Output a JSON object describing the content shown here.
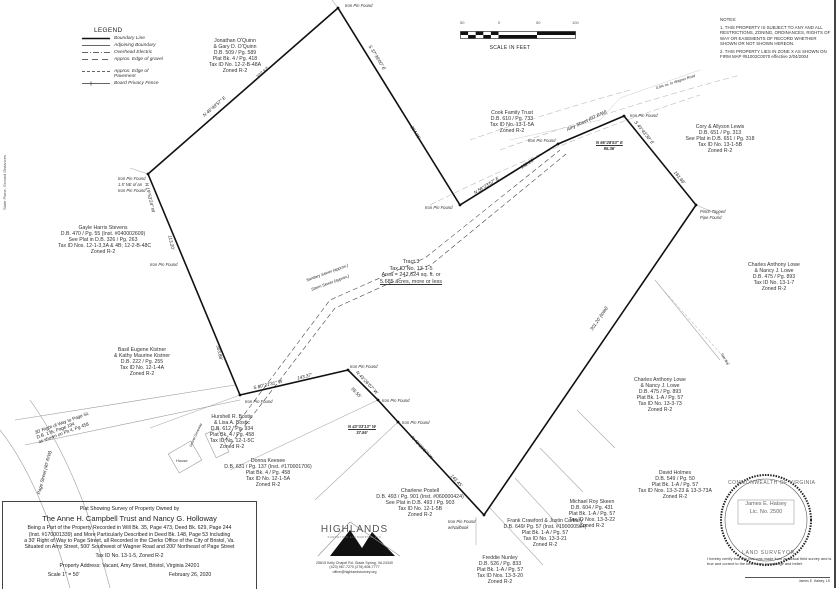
{
  "legend": {
    "title": "LEGEND",
    "items": [
      {
        "label": "Boundary Line",
        "style": "thick-solid"
      },
      {
        "label": "Adjoining Boundary",
        "style": "thin-solid"
      },
      {
        "label": "Overhead Electric",
        "style": "dash-dot"
      },
      {
        "label": "Approx. Edge of gravel",
        "style": "long-dash"
      },
      {
        "label": "Approx. Edge of Pavement",
        "style": "short-dash"
      },
      {
        "label": "Board Privacy Fence",
        "style": "fence"
      }
    ]
  },
  "scale_bar": {
    "ticks": [
      "50",
      "0",
      "50",
      "100"
    ],
    "caption": "SCALE IN FEET"
  },
  "notes": {
    "title": "NOTES:",
    "items": [
      "1. THIS PROPERTY IS SUBJECT TO ANY AND ALL RESTRICTIONS, ZONING, ORDINANCES, RIGHTS OF WAY OR EASEMENTS OF RECORD WHETHER SHOWN OR NOT SHOWN HEREON.",
      "2. THIS PROPERTY LIES IN ZONE X AS SHOWN ON FIRM MAP #51002C0070 effective 2/04/2004"
    ]
  },
  "side_note": "State Plane, Ground Distances",
  "tract": {
    "name": "Tract 3",
    "tax_id": "Tax ID No. 13-1-5",
    "area": "Area = 247,624 sq. ft. or",
    "acres": "5.685 acres, more or less"
  },
  "adjoiners": [
    {
      "lines": [
        "Jonathan O'Quinn",
        "& Gary D. O'Quinn",
        "D.B. 509 / Pg. 589",
        "Plat Bk. 4 / Pg. 418",
        "Tax ID No. 12-2-B-48A",
        "Zoned R-2"
      ]
    },
    {
      "lines": [
        "Cook Family Trust",
        "D.B. 610 / Pg. 733",
        "Tax ID No. 13-1-5A",
        "Zoned R-2"
      ]
    },
    {
      "lines": [
        "Cory & Allyson Lewis",
        "D.B. 651 / Pg. 313",
        "See Plat in D.B. 651 / Pg. 318",
        "Tax ID No. 13-1-5B",
        "Zoned R-2"
      ]
    },
    {
      "lines": [
        "Gayle Harris Stevens",
        "D.B. 470 / Pg. 55 (Inst. #040002609)",
        "See Plat in D.B. 326 / Pg. 263",
        "Tax ID Nos. 12-1-3,3A & 4B; 12-2-B-48C",
        "Zoned R-2"
      ]
    },
    {
      "lines": [
        "Charles Anthony Lowe",
        "& Nancy J. Lowe",
        "D.B. 475 / Pg. 893",
        "Tax ID No. 13-1-7",
        "Zoned R-2"
      ]
    },
    {
      "lines": [
        "Basil Eugene Kistner",
        "& Kathy Maurine Kistner",
        "D.B. 222 / Pg. 255",
        "Tax ID No. 12-1-4A",
        "Zoned R-2"
      ]
    },
    {
      "lines": [
        "Charles Anthony Lowe",
        "& Nancy J. Lowe",
        "D.B. 475 / Pg. 893",
        "Plat Bk. 1-A / Pg. 57",
        "Tax ID No. 13-3-73",
        "Zoned R-2"
      ]
    },
    {
      "lines": [
        "Hurshell R. Bostic",
        "& Lisa A. Bostic",
        "D.B. 612 / Pg. 934",
        "Plat Bk. 4 / Pg. 458",
        "Tax ID No. 12-1-5C",
        "Zoned R-2"
      ]
    },
    {
      "lines": [
        "Donna Keesee",
        "D.B. 631 / Pg. 137 (Inst. #170001706)",
        "Plat Bk. 4 / Pg. 458",
        "Tax ID No. 12-1-5A",
        "Zoned R-2"
      ]
    },
    {
      "lines": [
        "David Holmes",
        "D.B. 549 / Pg. 50",
        "Plat Bk. 1-A / Pg. 57",
        "Tax ID Nos. 13-3-23 & 13-3-73A",
        "Zoned R-2"
      ]
    },
    {
      "lines": [
        "Charlene Postell",
        "D.B. 493 / Pg. 901 (Inst. #060000424)",
        "See Plat in D.B. 493 / Pg. 903",
        "Tax ID No. 12-1-5B",
        "Zoned R-2"
      ]
    },
    {
      "lines": [
        "Michael Roy Skeen",
        "D.B. 604 / Pg. 431",
        "Plat Bk. 1-A / Pg. 57",
        "Tax ID Nos. 13-3-22",
        "Zoned R-2"
      ]
    },
    {
      "lines": [
        "Frank Crawford & Justin Carbary",
        "D.B. 649/ Pg. 57 (Inst. #190000564)",
        "Plat Bk. 1-A / Pg. 57",
        "Tax ID No. 13-3-21",
        "Zoned R-2"
      ]
    },
    {
      "lines": [
        "Freddie Nunley",
        "D.B. 526 / Pg. 833",
        "Plat Bk. 1-A / Pg. 57",
        "Tax ID Nos. 13-3-20",
        "Zoned R-2"
      ]
    }
  ],
  "monuments": {
    "iron_pin_found": "Iron Pin Found",
    "iron_pin_offset": [
      "Iron Pin Found",
      "1.5' NE of an",
      "Iron Pin Found"
    ],
    "pinch_top": [
      "Pinch Topped",
      "Pipe Found"
    ],
    "iron_pin_nail": [
      "Iron Pin Found",
      "w/Nailbook"
    ]
  },
  "calls": {
    "ab_bearing": "N 45°49'57\" E",
    "ab_dist": "332.67'",
    "bc_bearing": "S 37°39'00\" E",
    "bc_dist": "364.85'",
    "cd_bearing": "N 58°23'57\" E",
    "cd_dist": "152.23'",
    "de_bearing": "N 66°28'53\" E",
    "de_dist": "95.36'",
    "ef_bearing": "S 43°43'30\" E",
    "ef_dist": "161.66'",
    "fg_dist": "301.20' (total)",
    "gh_bearing": "N 43°26'07\" W",
    "gh_dist": "143.45'",
    "hi_bearing": "N 43°33'13\" W",
    "hi_dist": "37.56'",
    "ij_bearing": "N 43°26'07\" W",
    "ij_dist": "55.55'",
    "jk_bearing": "S 80°21'31\" W",
    "jk_dist": "143.37'",
    "ka_bearing": "N 19°53'24\" W",
    "ka_dist1": "303.88'",
    "ka_dist2": "113.20'"
  },
  "features": {
    "amy_street": "Amy Street (50' R/W)",
    "wagner": "0.9% mi. to Wagner Road",
    "page_street": "Page Street (40' R/W)",
    "row_label": [
      "30' Right of Way to Page St.",
      "D.B. 176, Page 194",
      "as shown on Plt 4, Pg 458"
    ],
    "sanitary_sewer": "Sanitary Sewer (approx.)",
    "storm_sewer": "Storm Sewer (approx.)",
    "house": "House",
    "tree_line": "Tree line",
    "gravel_drive": "Gravel Driveway"
  },
  "title_block": {
    "heading": "Plat Showing Survey of Property Owned by",
    "owners": "The Anne H. Campbell Trust and Nancy G. Holloway",
    "description": [
      "Being a Part of the Property Recorded in Will Bk. 35, Page 473, Deed Bk. 629, Page 244",
      "(Inst. #170001339) and More Particularly Described in Deed Bk. 148, Page 53 Including",
      "a 30' Right of Way to Page Street, all Recorded in the Clerks Office of the City of Bristol, Va.",
      "Situated on Amy Street, 500' Southwest of Wagner Road and 200' Northeast of Page Street"
    ],
    "tax_id": "Tax ID No. 13-1-5, Zoned R-2",
    "address": "Property Address: Vacant, Amy Street, Bristol, Virginia 24201",
    "scale": "Scale 1\" = 50'",
    "date": "February 26, 2020"
  },
  "company": {
    "name": "HIGHLANDS",
    "sub": "SURVEYING and MAPPING LLC",
    "address": [
      "25815 Kelly Chapel Rd. Glade Spring, VA 24340",
      "(423) 967-7270  (276) 608-7777",
      "office@highlandssurvey.org"
    ]
  },
  "seal": {
    "top": "COMMONWEALTH OF VIRGINIA",
    "name": "James E. Halsey",
    "lic": "Lic. No. 2500",
    "bottom": "LAND SURVEYOR"
  },
  "certification": "I hereby certify that this plat was made from an actual field survey and is true and correct to the best of my knowledge and belief.",
  "signature": "James E. Halsey, LS",
  "colors": {
    "boundary": "#111111",
    "adjoining": "#999999",
    "ink": "#222222"
  }
}
